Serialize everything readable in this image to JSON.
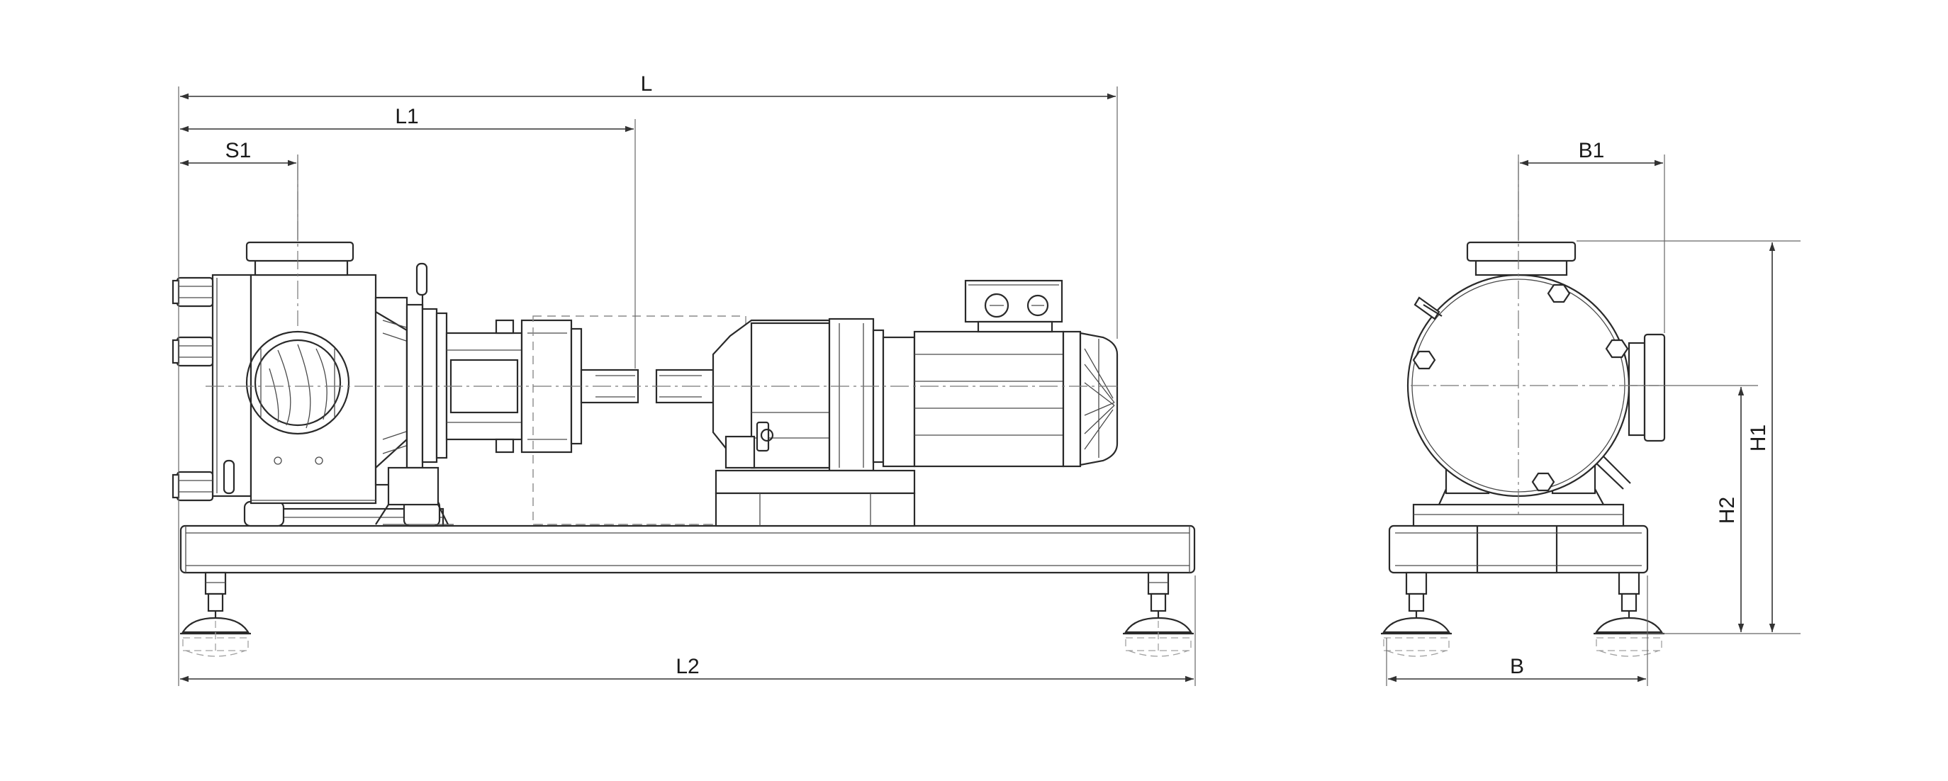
{
  "dimensions": {
    "L": "L",
    "L1": "L1",
    "S1": "S1",
    "L2": "L2",
    "B1": "B1",
    "B": "B",
    "H1": "H1",
    "H2": "H2"
  }
}
